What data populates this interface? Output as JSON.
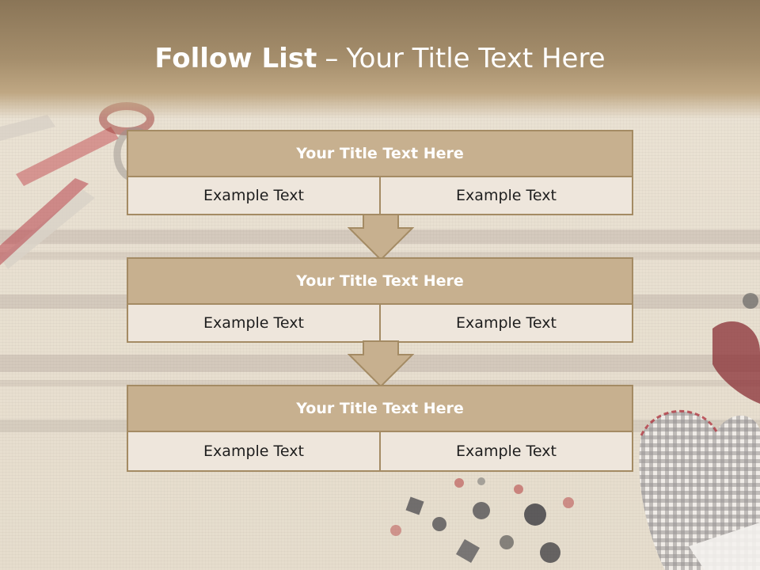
{
  "slide": {
    "title_bold": "Follow List",
    "title_sep": "–",
    "title_rest": "Your Title Text Here",
    "blocks": [
      {
        "title": "Your Title Text Here",
        "left": "Example Text",
        "right": "Example Text"
      },
      {
        "title": "Your Title Text Here",
        "left": "Example Text",
        "right": "Example Text"
      },
      {
        "title": "Your Title Text Here",
        "left": "Example Text",
        "right": "Example Text"
      }
    ]
  },
  "colors": {
    "header": "#a58e6c",
    "box_border": "#a48b64",
    "box_title": "#c7b08f",
    "box_body": "#eee6dc"
  },
  "icons": [
    "scissors-icon",
    "down-arrow-icon",
    "heart-pincushion-icon",
    "buttons-decoration"
  ]
}
